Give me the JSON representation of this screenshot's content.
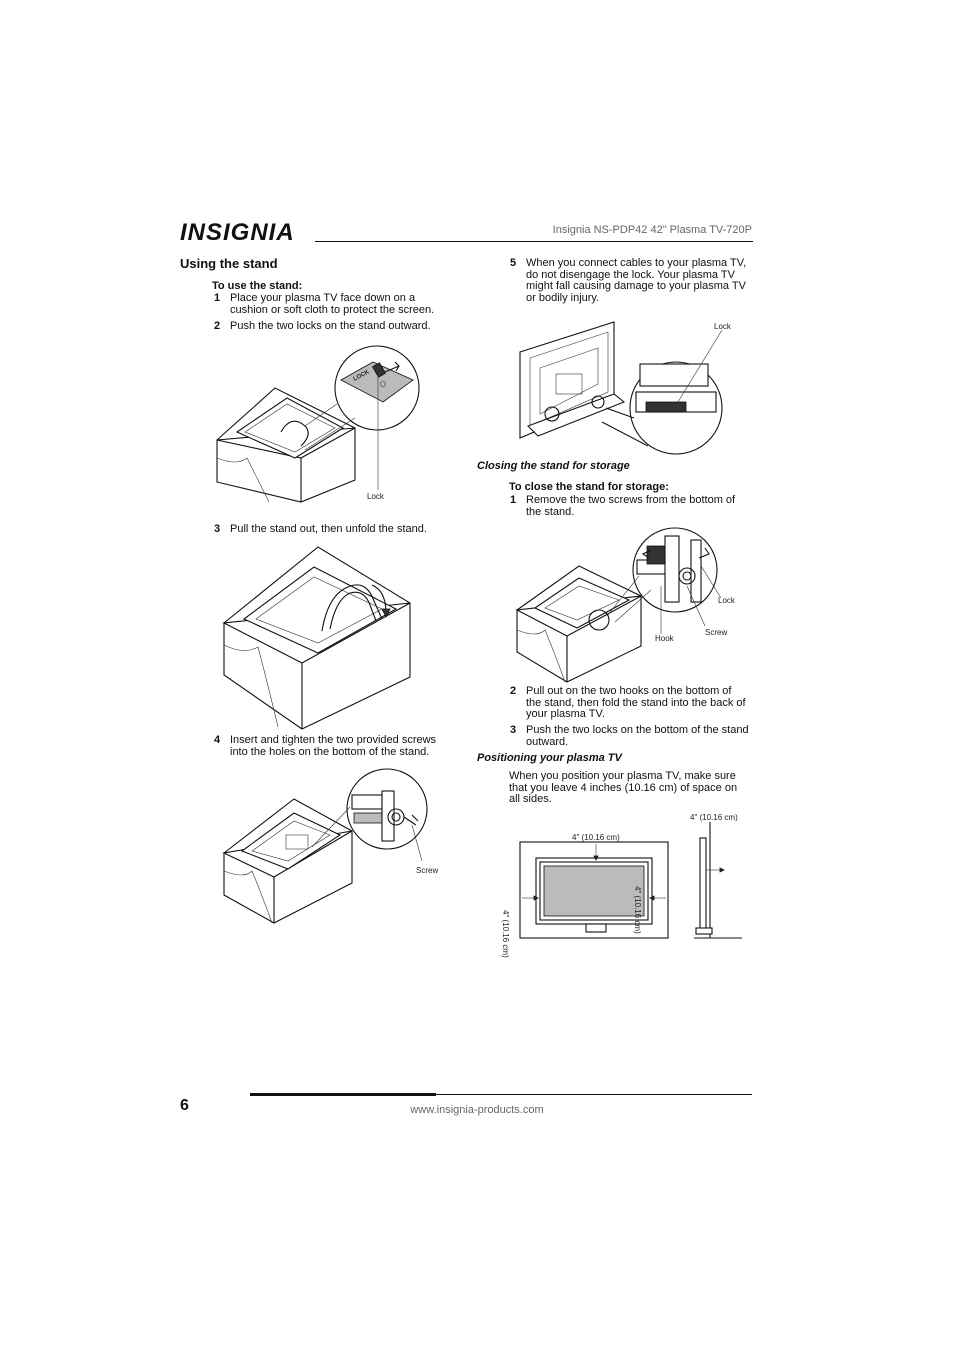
{
  "header": {
    "brand": "INSIGNIA",
    "title": "Insignia NS-PDP42 42\" Plasma TV-720P"
  },
  "left": {
    "section_title": "Using the stand",
    "use_title": "To use the stand:",
    "steps": [
      {
        "num": "1",
        "text_lines": [
          "Place your plasma TV face down on a",
          "cushion or soft cloth to protect the screen."
        ]
      },
      {
        "num": "2",
        "text_lines": [
          "Push the two locks on the stand outward."
        ]
      },
      {
        "num": "3",
        "text_lines": [
          "Pull the stand out, then unfold the stand."
        ]
      },
      {
        "num": "4",
        "text_lines": [
          "Insert and tighten the two provided screws",
          "into the holes on the bottom of the stand."
        ]
      }
    ],
    "fig1_lock_label": "Lock",
    "fig1_lock_text": "LOCK",
    "fig3_screw_label": "Screw"
  },
  "right": {
    "step5_num": "5",
    "step5_lines": [
      "When you connect cables to your plasma TV,",
      "do not disengage the lock. Your plasma TV",
      "might fall causing damage to your plasma TV",
      "or bodily injury."
    ],
    "fig4_lock_label": "Lock",
    "closing_title": "Closing the stand for storage",
    "close_title": "To close the stand for storage:",
    "close_steps": [
      {
        "num": "1",
        "text_lines": [
          "Remove the two screws from the bottom of",
          "the stand."
        ]
      },
      {
        "num": "2",
        "text_lines": [
          "Pull out on the two hooks on the bottom of",
          "the stand, then fold the stand into the back of",
          "your plasma TV."
        ]
      },
      {
        "num": "3",
        "text_lines": [
          "Push the two locks on the bottom of the stand",
          "outward."
        ]
      }
    ],
    "fig5_labels": {
      "lock": "Lock",
      "screw": "Screw",
      "hook": "Hook"
    },
    "positioning_title": "Positioning your plasma TV",
    "positioning_lines": [
      "When you position your plasma TV, make sure",
      "that you leave 4 inches (10.16 cm) of space on",
      "all sides."
    ],
    "dim_label": "4\" (10.16 cm)",
    "dim_label_side": "4\" (10.16 cm)",
    "dim_label_right": "4\" (10.16 cm)",
    "dim_label_left": "4\" (10.16 cm)"
  },
  "footer": {
    "page_number": "6",
    "url": "www.insignia-products.com"
  }
}
